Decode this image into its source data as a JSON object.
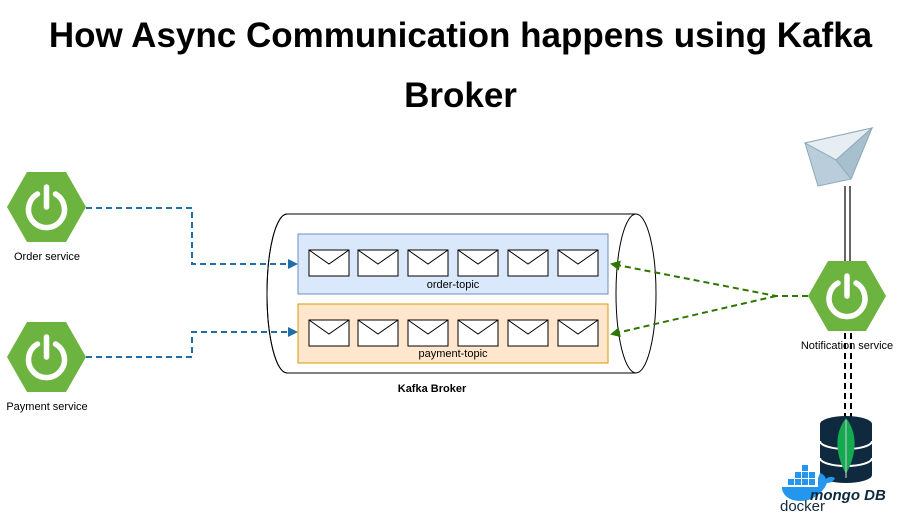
{
  "title": {
    "line1": "How Async Communication happens using Kafka",
    "line2": "Broker"
  },
  "services": {
    "order": "Order service",
    "payment": "Payment service",
    "notification": "Notification service"
  },
  "broker": {
    "label": "Kafka Broker",
    "topics": [
      {
        "name": "order-topic",
        "messages": 6
      },
      {
        "name": "payment-topic",
        "messages": 6
      }
    ]
  },
  "logos": {
    "docker": "docker",
    "mongo": "mongo DB"
  },
  "colors": {
    "spring_green": "#6DB33F",
    "order_topic_fill": "#DAE8FC",
    "order_topic_stroke": "#6C8EBF",
    "payment_topic_fill": "#FFE6CC",
    "payment_topic_stroke": "#D79B00",
    "producer_arrow": "#1F6EA8",
    "consumer_arrow": "#2D7600",
    "mongo_green": "#13AA52",
    "mongo_dark": "#0F2A3F",
    "docker_blue": "#2496ED"
  },
  "icons": [
    "spring-power-icon",
    "envelope-icon",
    "email-icon",
    "mongodb-database-icon",
    "docker-whale-icon"
  ]
}
